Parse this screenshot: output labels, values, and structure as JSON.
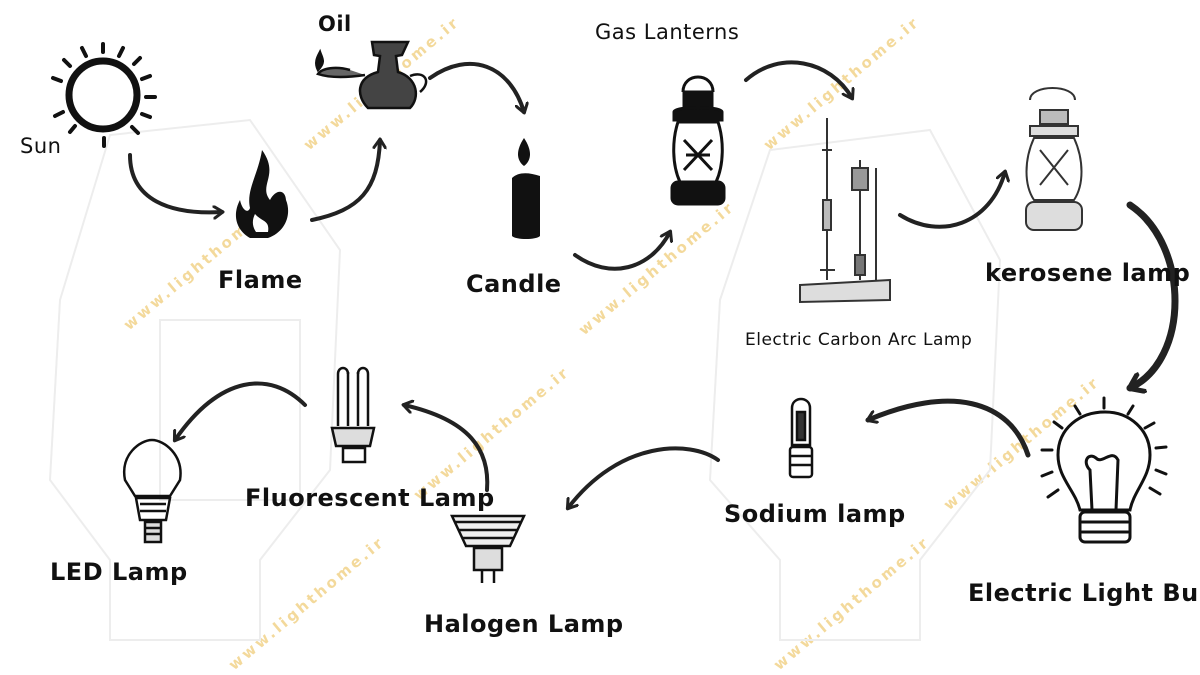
{
  "watermark": "www.lighthome.ir",
  "colors": {
    "ink": "#111111",
    "watermark": "#f2d38a",
    "faint": "#ececec"
  },
  "stages": {
    "sun": "Sun",
    "flame": "Flame",
    "oil": "Oil",
    "candle": "Candle",
    "gas_lanterns": "Gas Lanterns",
    "carbon_arc": "Electric Carbon Arc Lamp",
    "kerosene": "kerosene lamp",
    "light_bulb": "Electric Light Bulb",
    "sodium": "Sodium lamp",
    "halogen": "Halogen Lamp",
    "fluorescent": "Fluorescent Lamp",
    "led": "LED Lamp"
  },
  "icons": [
    "sun-icon",
    "flame-icon",
    "oil-lamp-icon",
    "candle-icon",
    "gas-lantern-icon",
    "carbon-arc-lamp-icon",
    "kerosene-lamp-icon",
    "light-bulb-icon",
    "sodium-lamp-icon",
    "halogen-lamp-icon",
    "fluorescent-lamp-icon",
    "led-lamp-icon"
  ]
}
